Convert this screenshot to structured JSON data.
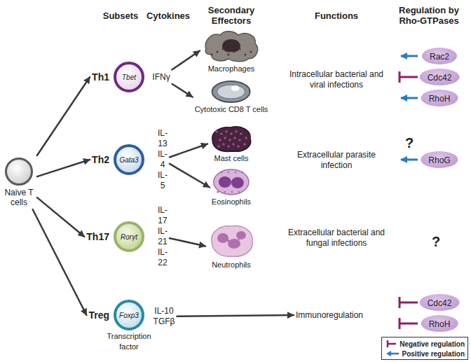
{
  "diagram": {
    "nodes": [
      {
        "text": [
          "Naive T cells"
        ]
      },
      {
        "text": [
          "Th1",
          "Tbet"
        ]
      },
      {
        "text": [
          "IFNγ"
        ]
      },
      {
        "text": [
          "Macrophages"
        ]
      },
      {
        "text": [
          "Cytotoxic CD8 T cells"
        ]
      },
      {
        "text": [
          "Intracellular bacterial and viral infections"
        ]
      },
      {
        "text": [
          "Rac2"
        ]
      },
      {
        "text": [
          "Cdc42"
        ]
      },
      {
        "text": [
          "RhoH"
        ]
      },
      {
        "text": [
          "Th2",
          "Gata3"
        ]
      },
      {
        "text": [
          "IL-13 IL-4 IL-5"
        ]
      },
      {
        "text": [
          "Mast cells"
        ]
      },
      {
        "text": [
          "Eosinophils"
        ]
      },
      {
        "text": [
          "Extracellular parasite infection"
        ]
      },
      {
        "text": [
          "RhoG"
        ]
      },
      {
        "text": [
          "Th17",
          "Rorγt"
        ]
      },
      {
        "text": [
          "IL-17 IL-21 IL-22"
        ]
      },
      {
        "text": [
          "Neutrophils"
        ]
      },
      {
        "text": [
          "Extracellular bacterial and fungal infections"
        ]
      },
      {
        "text": [
          "Treg",
          "Foxp3"
        ]
      },
      {
        "text": [
          "IL-10 TGFβ"
        ]
      },
      {
        "text": [
          "Immunoregulation"
        ]
      },
      {
        "text": [
          "Cdc42"
        ]
      },
      {
        "text": [
          "RhoH"
        ]
      }
    ],
    "edges": [
      {
        "from": 0,
        "to": 1,
        "arrow": "to"
      },
      {
        "from": 0,
        "to": 9,
        "arrow": "to"
      },
      {
        "from": 0,
        "to": 15,
        "arrow": "to"
      },
      {
        "from": 0,
        "to": 19,
        "arrow": "to"
      },
      {
        "from": 2,
        "to": 3,
        "arrow": "to"
      },
      {
        "from": 2,
        "to": 4,
        "arrow": "to"
      },
      {
        "from": 10,
        "to": 11,
        "arrow": "to"
      },
      {
        "from": 10,
        "to": 12,
        "arrow": "to"
      },
      {
        "from": 16,
        "to": 17,
        "arrow": "to"
      },
      {
        "from": 20,
        "to": 21,
        "arrow": "to"
      }
    ],
    "labels": [
      "Subsets",
      "Cytokines",
      "Secondary Effectors",
      "Functions",
      "Regulation by Rho-GTPases",
      "?",
      "?",
      "Transcription factor"
    ],
    "legend": [
      {
        "text": "Negative regulation"
      },
      {
        "text": "Positive regulation"
      }
    ]
  }
}
